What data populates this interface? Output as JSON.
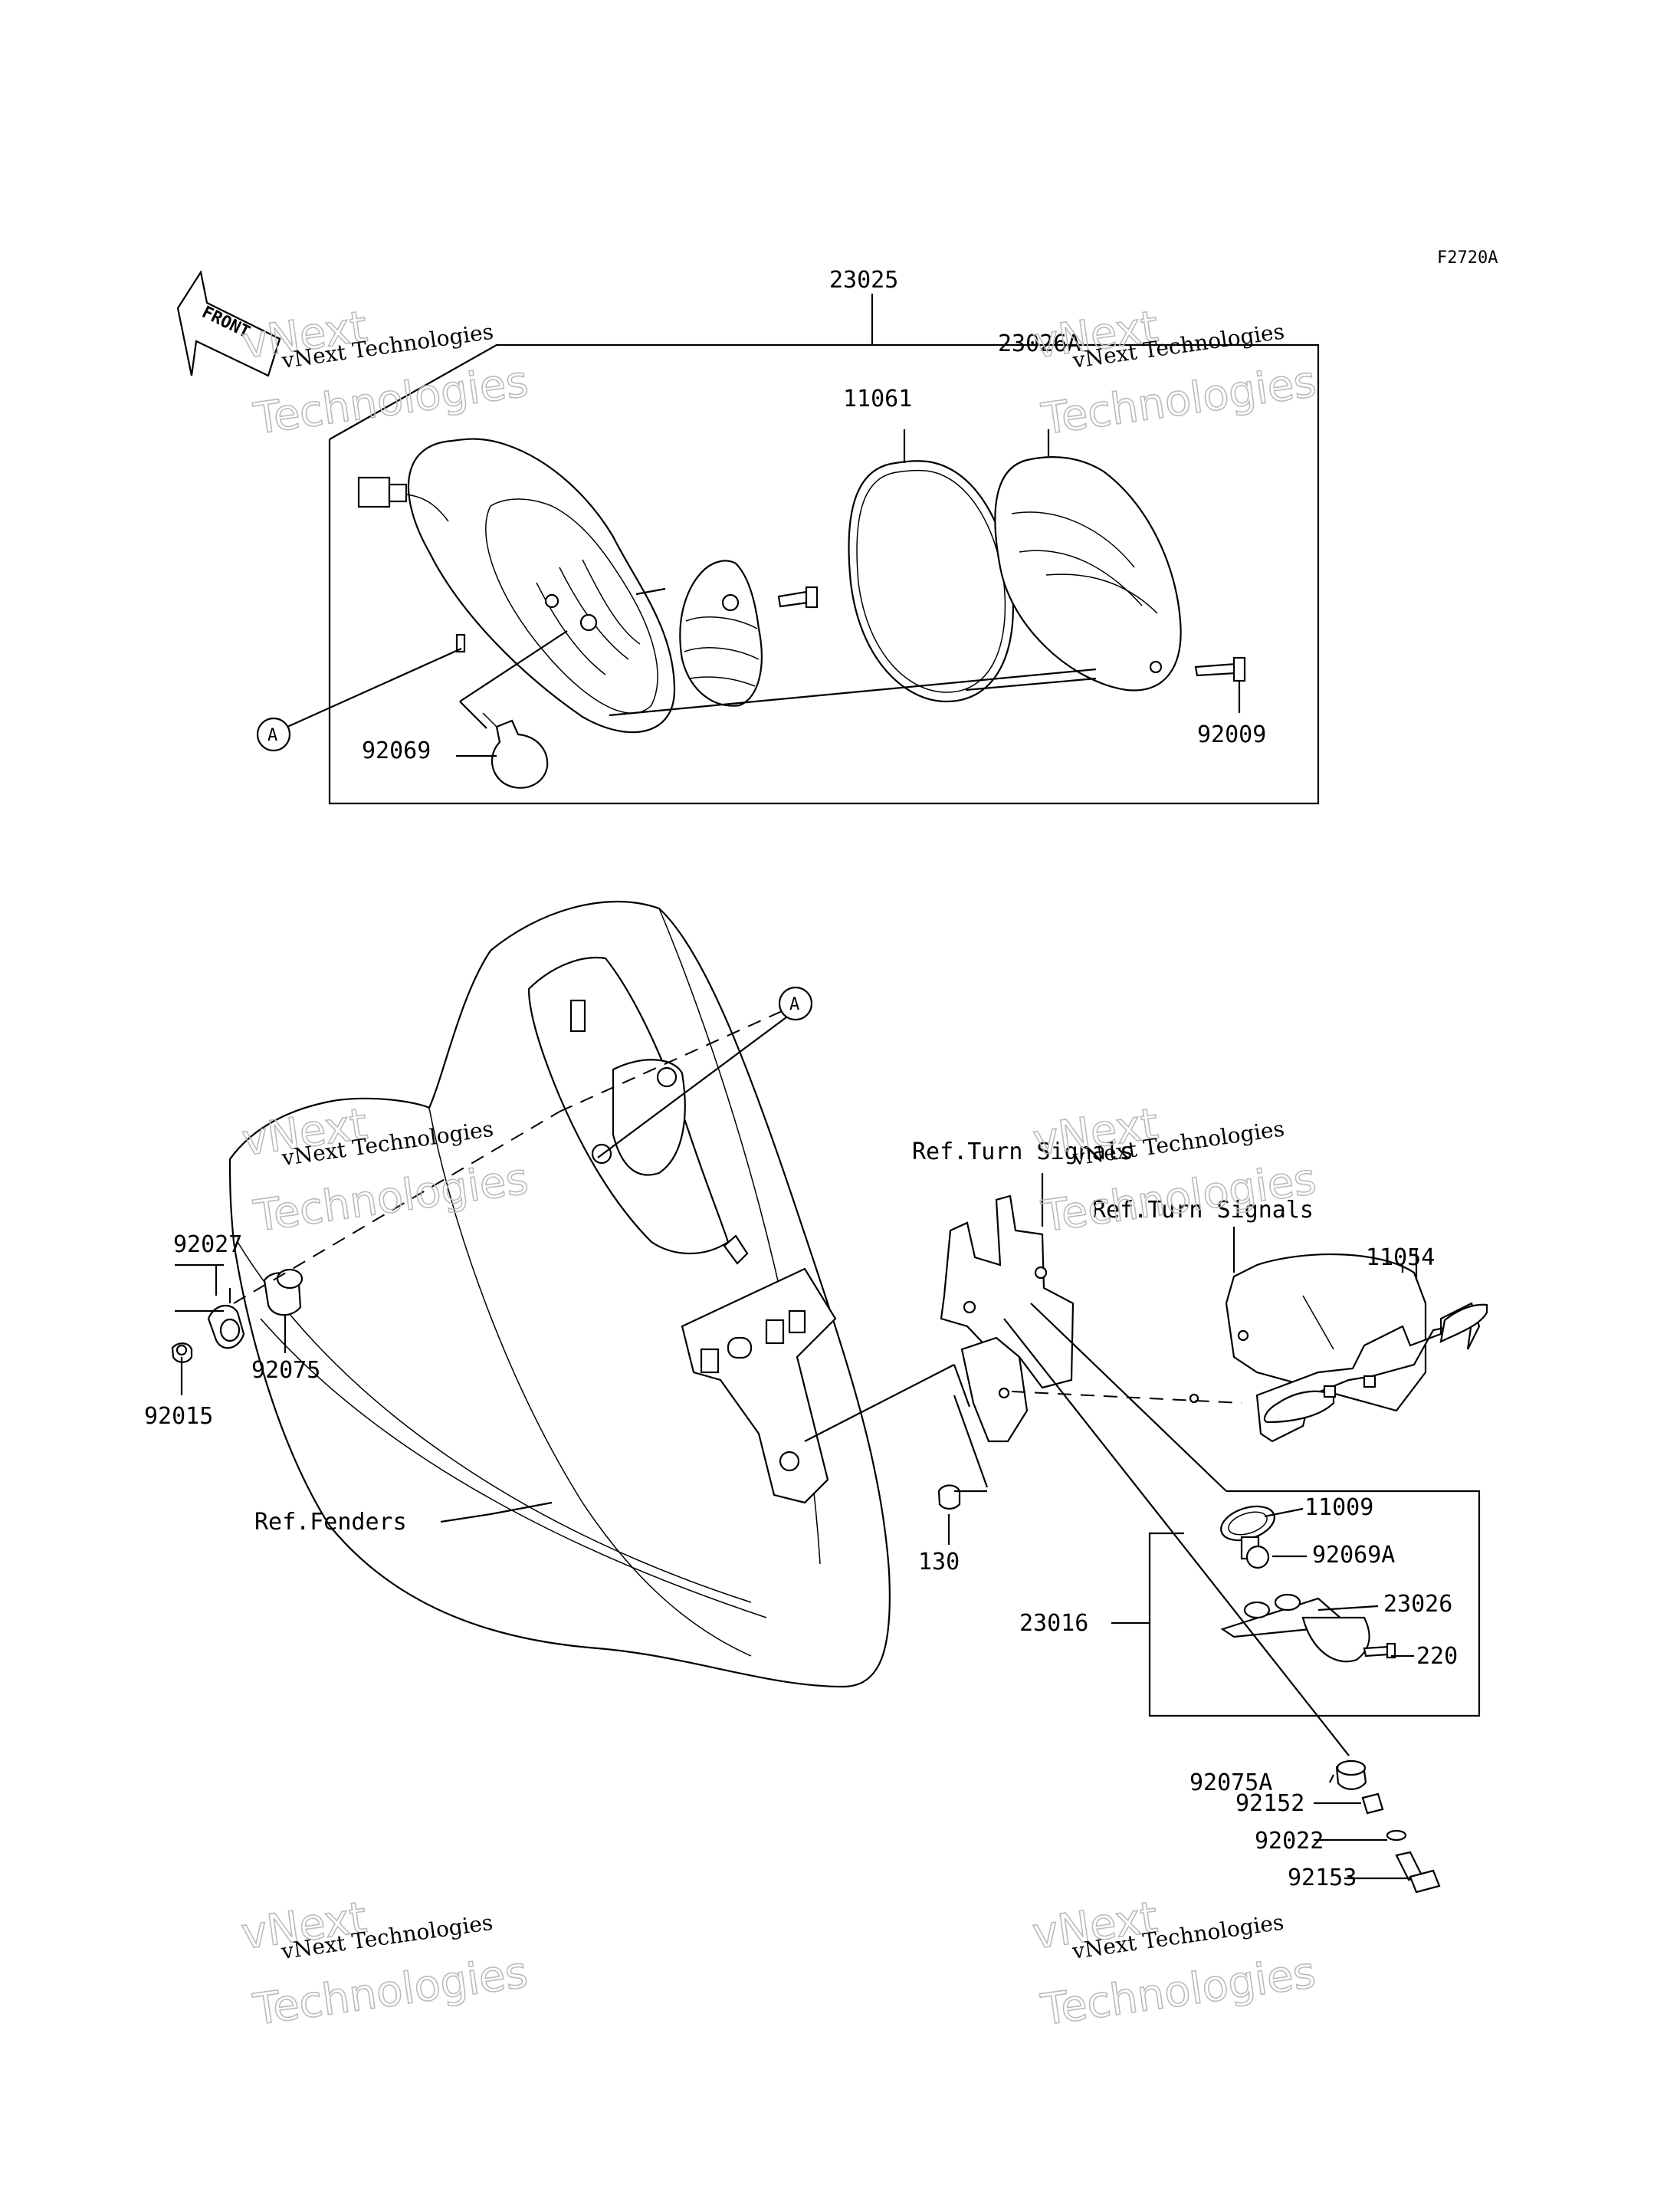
{
  "diagram_code": "F2720A",
  "front_label": "FRONT",
  "ref_label": "A",
  "watermark": {
    "line1": "vNext Technologies",
    "line2": "Technologies"
  },
  "parts": {
    "p23025": "23025",
    "p11061": "11061",
    "p23026A": "23026A",
    "p92069": "92069",
    "p92009": "92009",
    "p92027": "92027",
    "p92075": "92075",
    "p92015": "92015",
    "p130": "130",
    "p11054": "11054",
    "p11009": "11009",
    "p92069A": "92069A",
    "p23026": "23026",
    "p220": "220",
    "p23016": "23016",
    "p92075A": "92075A",
    "p92152": "92152",
    "p92022": "92022",
    "p92153": "92153"
  },
  "refs": {
    "turn_signals_1": "Ref.Turn Signals",
    "turn_signals_2": "Ref.Turn Signals",
    "fenders": "Ref.Fenders"
  }
}
